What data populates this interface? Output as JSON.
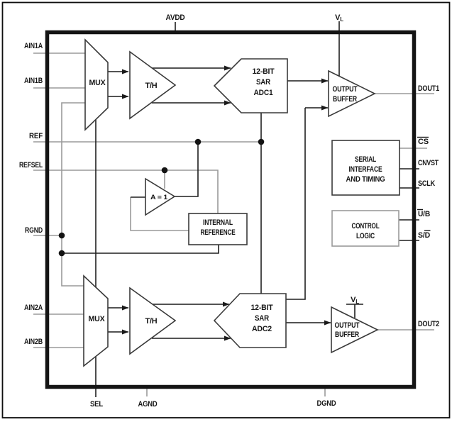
{
  "pins": {
    "top": {
      "avdd": "AVDD",
      "vl": "V",
      "vl_sub": "L"
    },
    "left": {
      "ain1a": "AIN1A",
      "ain1b": "AIN1B",
      "ref": "REF",
      "refsel": "REFSEL",
      "rgnd": "RGND",
      "ain2a": "AIN2A",
      "ain2b": "AIN2B"
    },
    "bottom": {
      "sel": "SEL",
      "agnd": "AGND",
      "dgnd": "DGND"
    },
    "right": {
      "dout1": "DOUT1",
      "cs": "CS",
      "cnvst": "CNVST",
      "sclk": "SCLK",
      "ub": "U/B",
      "sd": "S/D",
      "dout2": "DOUT2"
    },
    "overlined": [
      "CS",
      "U (in U/B)",
      "D (in S/D)"
    ]
  },
  "blocks": {
    "mux": "MUX",
    "th": "T/H",
    "adc1": [
      "12-BIT",
      "SAR",
      "ADC1"
    ],
    "adc2": [
      "12-BIT",
      "SAR",
      "ADC2"
    ],
    "output_buffer": [
      "OUTPUT",
      "BUFFER"
    ],
    "serial_interface": [
      "SERIAL",
      "INTERFACE",
      "AND TIMING"
    ],
    "control_logic": [
      "CONTROL",
      "LOGIC"
    ],
    "ref_buffer_gain": "A = 1",
    "internal_reference": [
      "INTERNAL",
      "REFERENCE"
    ],
    "vl_inner": "V",
    "vl_inner_sub": "L"
  },
  "colors": {
    "background": "#ffffff",
    "wire_gray": "#9a9a9a",
    "wire_black": "#1f1f1f",
    "main_border": "#141414",
    "control_box_stroke": "#9a9a9a"
  }
}
